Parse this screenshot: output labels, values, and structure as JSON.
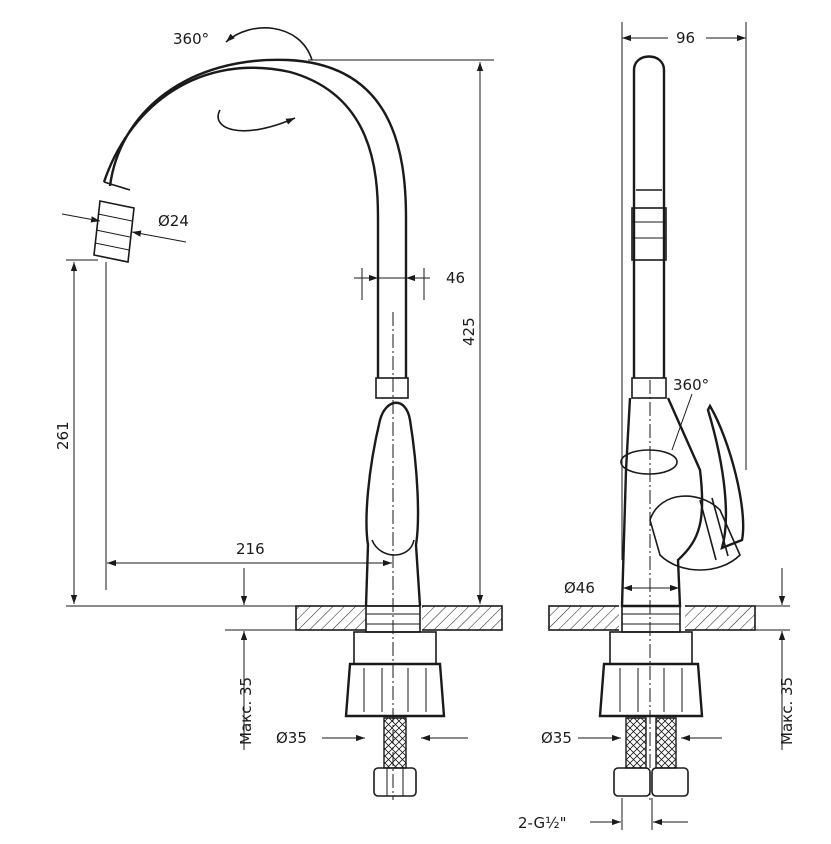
{
  "front_view": {
    "rotation_top": "360°",
    "spout_tip_diameter": "Ø24",
    "spout_tube_width": "46",
    "total_height": "425",
    "spout_tip_height": "261",
    "spout_reach": "216",
    "max_countertop_thickness": "Макс. 35",
    "mounting_hole_diameter": "Ø35"
  },
  "side_view": {
    "overall_depth": "96",
    "body_rotation": "360°",
    "base_diameter": "Ø46",
    "mounting_hole_diameter": "Ø35",
    "max_countertop_thickness": "Макс. 35",
    "hose_connection": "2-G½\""
  },
  "colors": {
    "line": "#1a1a1a",
    "background": "#ffffff"
  }
}
